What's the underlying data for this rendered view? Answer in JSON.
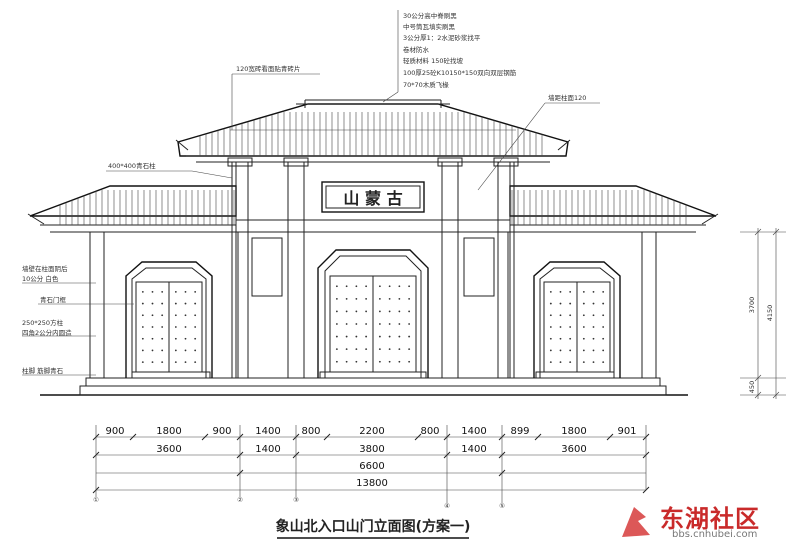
{
  "title": "象山北入口山门立面图(方案一)",
  "plaque": "山 蒙 古",
  "annotations_top": [
    "30公分高中脊刷黑",
    "中号筒瓦填实刷黑",
    "3公分厚1：2水泥砂浆找平",
    "卷材防水",
    "轻质材料 150砼找坡",
    "100厚25砼K10150*150双向双层钢筋",
    "70*70木质飞椽"
  ],
  "annotations_left": {
    "roof_tile": "120宽砖看面贴青砖片",
    "column_top": "400*400青石柱",
    "wall": "墙壁在柱面阴后",
    "wall_sub": "10公分 白色",
    "door_frame": "青石门框",
    "column": "250*250方柱",
    "column_sub": "四角2公分内圆造",
    "base": "柱脚  筋脚青石"
  },
  "annotation_right": "墙距柱面120",
  "dims_row1": [
    "900",
    "1800",
    "900",
    "1400",
    "800",
    "2200",
    "800",
    "1400",
    "899",
    "1800",
    "901"
  ],
  "dims_row2": [
    "3600",
    "1400",
    "3800",
    "1400",
    "3600"
  ],
  "dims_row3": "6600",
  "dims_row4": "13800",
  "grid_labels": [
    "①",
    "②",
    "③",
    "④",
    "⑤"
  ],
  "vertical_dims": [
    "3700",
    "4150",
    "450"
  ],
  "watermark": {
    "brand": "东湖社区",
    "url": "bbs.cnhubei.com"
  }
}
